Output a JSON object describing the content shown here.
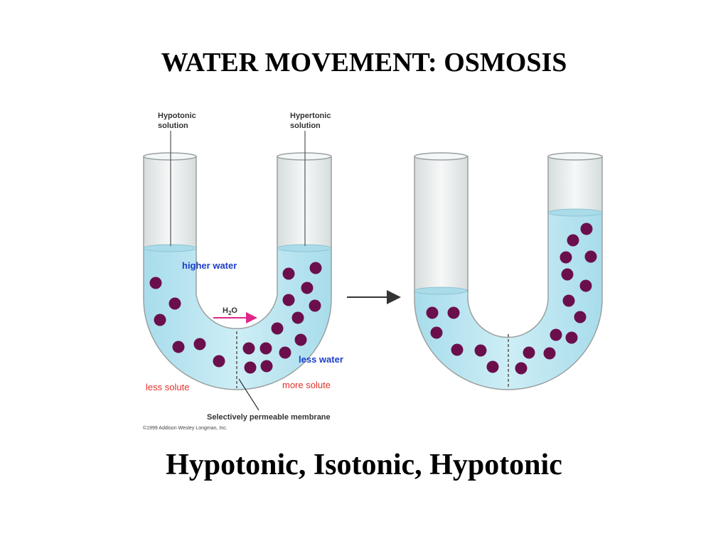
{
  "slide": {
    "title": "WATER MOVEMENT: OSMOSIS",
    "subtitle": "Hypotonic, Isotonic, Hypotonic"
  },
  "diagram": {
    "labels": {
      "hypotonic_solution_line1": "Hypotonic",
      "hypotonic_solution_line2": "solution",
      "hypertonic_solution_line1": "Hypertonic",
      "hypertonic_solution_line2": "solution",
      "higher_water": "higher water",
      "h2o_main": "H",
      "h2o_sub": "2",
      "h2o_o": "O",
      "less_water": "less water",
      "less_solute": "less solute",
      "more_solute": "more solute",
      "membrane": "Selectively permeable membrane",
      "copyright": "©1999 Addison Wesley Longman, Inc."
    },
    "colors": {
      "solution": "#bfe6f0",
      "solution_surface": "#a9dbe8",
      "tube_glass": "#eef3f3",
      "tube_outline": "#9aa0a0",
      "solute": "#6b0f4c",
      "blue_label": "#1a3ec9",
      "red_label": "#e0322a",
      "h2o_arrow": "#e0268a",
      "process_arrow": "#333333"
    }
  }
}
